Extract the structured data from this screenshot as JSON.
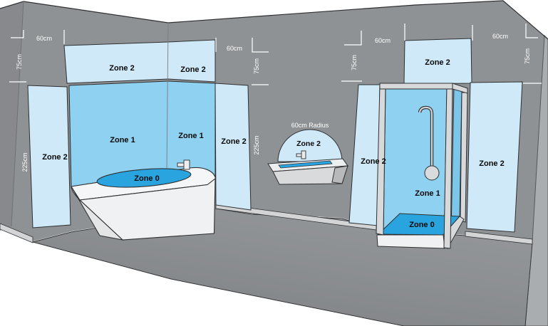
{
  "labels": {
    "bath_top_60cm": "60cm",
    "bath_top_75cm": "75cm",
    "bath_left_225cm": "225cm",
    "bath_left_zone2": "Zone 2",
    "bath_band_zone2_left": "Zone 2",
    "bath_band_zone2_right": "Zone 2",
    "bath_zone1_left": "Zone 1",
    "bath_zone1_right": "Zone 1",
    "bath_right_zone2": "Zone 2",
    "bath_zone0": "Zone 0",
    "bath_mid_60cm": "60cm",
    "bath_mid_75cm": "75cm",
    "bath_mid_225cm": "225cm",
    "sink_radius": "60cm Radius",
    "sink_zone2": "Zone 2",
    "shower_left_60cm": "60cm",
    "shower_left_75cm": "75cm",
    "shower_top_zone2": "Zone 2",
    "shower_right_60cm": "60cm",
    "shower_right_75cm": "75cm",
    "shower_glass_left_zone2": "Zone 2",
    "shower_zone1": "Zone 1",
    "shower_zone0": "Zone 0",
    "shower_right_zone2": "Zone 2"
  },
  "colors": {
    "zone0": "#29a4de",
    "zone1": "#8ed1f0",
    "zone1_side": "#7cc6ea",
    "zone2": "#cfe9f8",
    "wall": "#8f9294",
    "wall_left": "#87898c",
    "wall_right": "#aaadaf",
    "floor": "#8a8d90",
    "skirting": "#d2d4d6",
    "frame": "#d7d9da",
    "tub_top": "#f5f6f7",
    "tub_front": "#eff1f2",
    "tub_side": "#e3e5e7",
    "basin_top": "#eceeef",
    "basin_front": "#d8dadc",
    "basin_side": "#b7b9bb",
    "outline": "#2e3032",
    "measure": "#ffffff"
  }
}
